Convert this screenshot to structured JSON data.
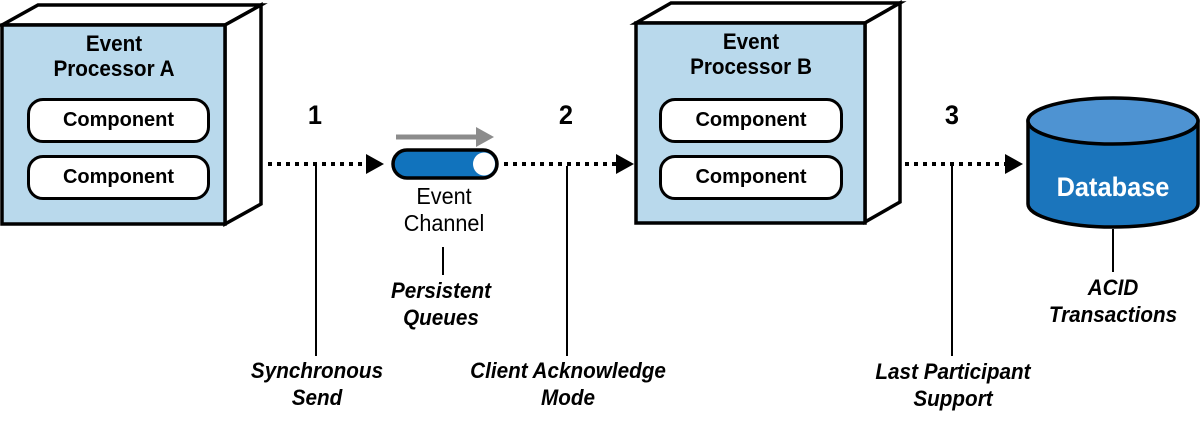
{
  "colors": {
    "background": "#ffffff",
    "box_fill": "#b9d9ec",
    "face_fill": "#ffffff",
    "outline": "#000000",
    "pipe_blue": "#1173bd",
    "db_body_blue": "#1b75bc",
    "db_top_blue": "#4e93d2",
    "gray_arrow": "#8c8c8c",
    "db_text_color": "#ffffff"
  },
  "processor_a": {
    "title": "Event\nProcessor A",
    "components": [
      "Component",
      "Component"
    ]
  },
  "processor_b": {
    "title": "Event\nProcessor B",
    "components": [
      "Component",
      "Component"
    ]
  },
  "steps": {
    "one": "1",
    "two": "2",
    "three": "3"
  },
  "event_channel": {
    "label": "Event\nChannel",
    "annotation": "Persistent\nQueues"
  },
  "database": {
    "label": "Database",
    "annotation": "ACID\nTransactions"
  },
  "annotations": {
    "step1": "Synchronous\nSend",
    "step2": "Client Acknowledge\nMode",
    "step3": "Last Participant\nSupport"
  }
}
